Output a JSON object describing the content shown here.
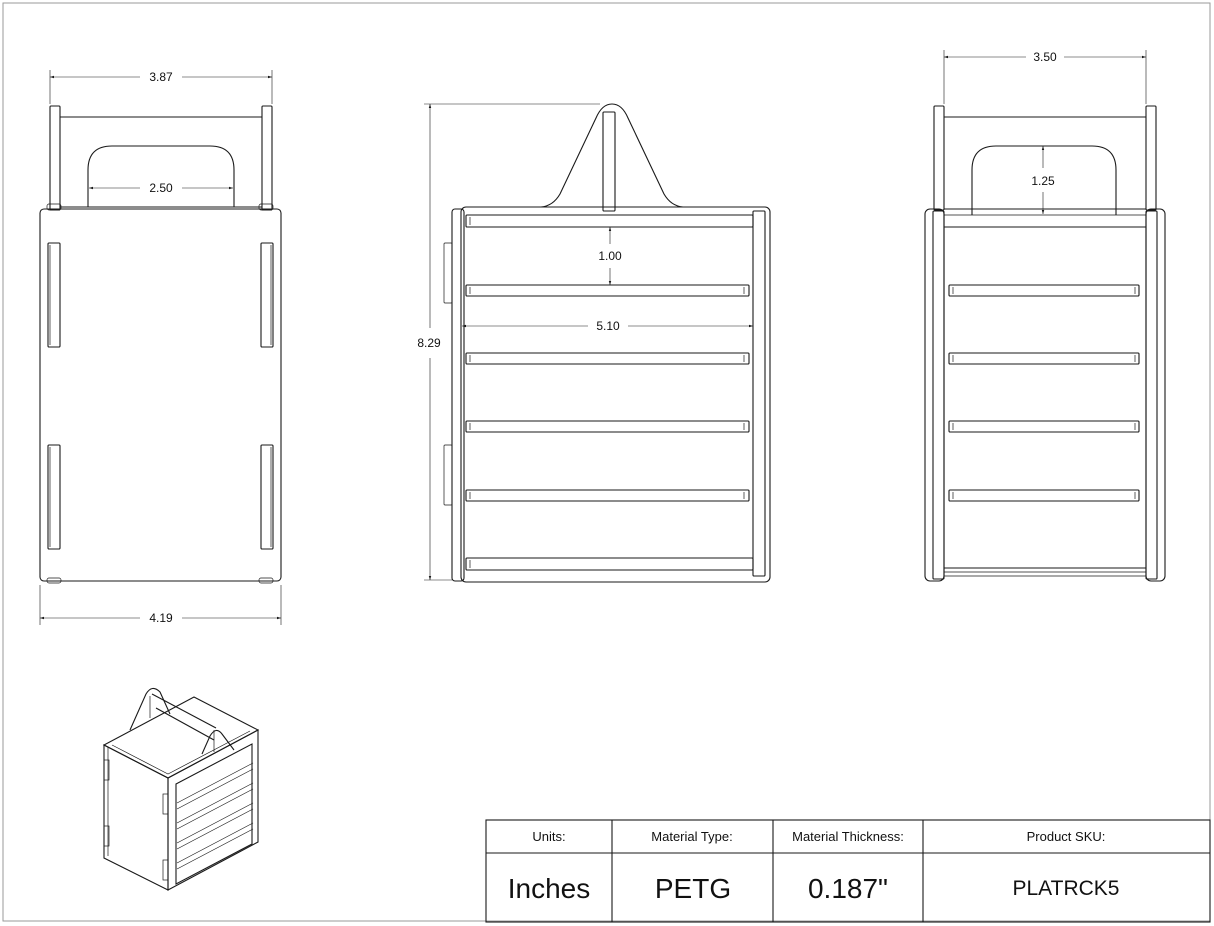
{
  "dimensions": {
    "front_top_width": "3.87",
    "front_handle_width": "2.50",
    "front_bottom_width": "4.19",
    "side_height": "8.29",
    "side_slot_spacing": "1.00",
    "side_slot_length": "5.10",
    "back_top_width": "3.50",
    "back_handle_height": "1.25"
  },
  "title_block": {
    "units_label": "Units:",
    "units_value": "Inches",
    "material_label": "Material Type:",
    "material_value": "PETG",
    "thickness_label": "Material Thickness:",
    "thickness_value": "0.187\"",
    "sku_label": "Product SKU:",
    "sku_value": "PLATRCK5"
  }
}
